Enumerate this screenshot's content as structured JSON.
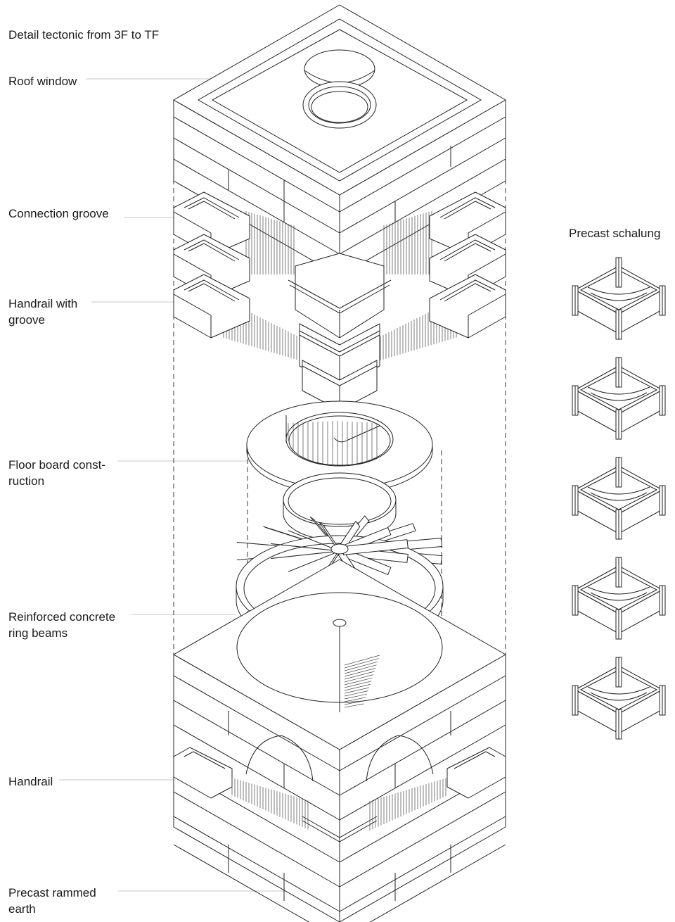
{
  "title": "Detail tectonic from 3F to TF",
  "labels": [
    {
      "id": "roof-window",
      "lines": [
        "Roof window"
      ]
    },
    {
      "id": "connection-groove",
      "lines": [
        "Connection groove"
      ]
    },
    {
      "id": "handrail-with-groove",
      "lines": [
        "Handrail with",
        "groove"
      ]
    },
    {
      "id": "floor-board-construction",
      "lines": [
        "Floor board const-",
        "ruction"
      ]
    },
    {
      "id": "reinforced-concrete-ring-beams",
      "lines": [
        "Reinforced concrete",
        "ring beams"
      ]
    },
    {
      "id": "handrail",
      "lines": [
        "Handrail"
      ]
    },
    {
      "id": "precast-rammed-earth",
      "lines": [
        "Precast rammed",
        "earth"
      ]
    }
  ],
  "side_panel": {
    "title": "Precast schalung",
    "units_count": 5
  },
  "colors": {
    "ink": "#222222",
    "leader": "#c8c8c8",
    "background": "#ffffff"
  }
}
